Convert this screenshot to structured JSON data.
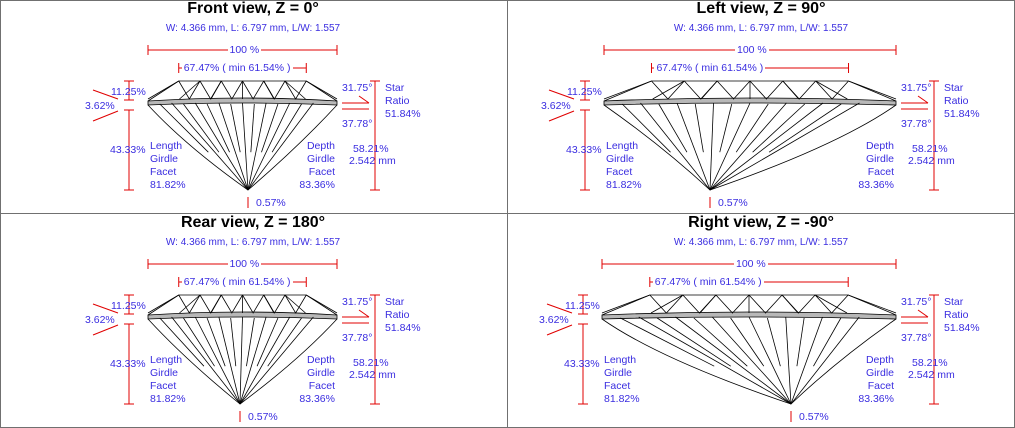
{
  "colors": {
    "text": "#3a2de0",
    "dimension_lines": "#e00000",
    "girdle": "#c0c0c0"
  },
  "panels": [
    {
      "title": "Front view, Z = 0°",
      "dims": "W: 4.366 mm, L: 6.797 mm, L/W: 1.557",
      "width_label": "100 %",
      "table_label": "67.47% ( min 61.54% )",
      "crown_height": "11.25%",
      "girdle_thickness": "3.62%",
      "pavilion_depth": "43.33%",
      "lgf": [
        "Length",
        "Girdle",
        "Facet",
        "81.82%"
      ],
      "dgf": [
        "Depth",
        "Girdle",
        "Facet",
        "83.36%"
      ],
      "crown_angle": "31.75°",
      "pavilion_angle": "37.78°",
      "star": [
        "Star",
        "Ratio",
        "51.84%"
      ],
      "total_depth": "58.21%",
      "total_depth_mm": "2.542 mm",
      "culet": "0.57%"
    },
    {
      "title": "Left view, Z = 90°",
      "dims": "W: 4.366 mm, L: 6.797 mm, L/W: 1.557",
      "width_label": "100 %",
      "table_label": "67.47% ( min 61.54% )",
      "crown_height": "11.25%",
      "girdle_thickness": "3.62%",
      "pavilion_depth": "43.33%",
      "lgf": [
        "Length",
        "Girdle",
        "Facet",
        "81.82%"
      ],
      "dgf": [
        "Depth",
        "Girdle",
        "Facet",
        "83.36%"
      ],
      "crown_angle": "31.75°",
      "pavilion_angle": "37.78°",
      "star": [
        "Star",
        "Ratio",
        "51.84%"
      ],
      "total_depth": "58.21%",
      "total_depth_mm": "2.542 mm",
      "culet": "0.57%"
    },
    {
      "title": "Rear view, Z = 180°",
      "dims": "W: 4.366 mm, L: 6.797 mm, L/W: 1.557",
      "width_label": "100 %",
      "table_label": "67.47% ( min 61.54% )",
      "crown_height": "11.25%",
      "girdle_thickness": "3.62%",
      "pavilion_depth": "43.33%",
      "lgf": [
        "Length",
        "Girdle",
        "Facet",
        "81.82%"
      ],
      "dgf": [
        "Depth",
        "Girdle",
        "Facet",
        "83.36%"
      ],
      "crown_angle": "31.75°",
      "pavilion_angle": "37.78°",
      "star": [
        "Star",
        "Ratio",
        "51.84%"
      ],
      "total_depth": "58.21%",
      "total_depth_mm": "2.542 mm",
      "culet": "0.57%"
    },
    {
      "title": "Right view, Z = -90°",
      "dims": "W: 4.366 mm, L: 6.797 mm, L/W: 1.557",
      "width_label": "100 %",
      "table_label": "67.47% ( min 61.54% )",
      "crown_height": "11.25%",
      "girdle_thickness": "3.62%",
      "pavilion_depth": "43.33%",
      "lgf": [
        "Length",
        "Girdle",
        "Facet",
        "81.82%"
      ],
      "dgf": [
        "Depth",
        "Girdle",
        "Facet",
        "83.36%"
      ],
      "crown_angle": "31.75°",
      "pavilion_angle": "37.78°",
      "star": [
        "Star",
        "Ratio",
        "51.84%"
      ],
      "total_depth": "58.21%",
      "total_depth_mm": "2.542 mm",
      "culet": "0.57%"
    }
  ]
}
